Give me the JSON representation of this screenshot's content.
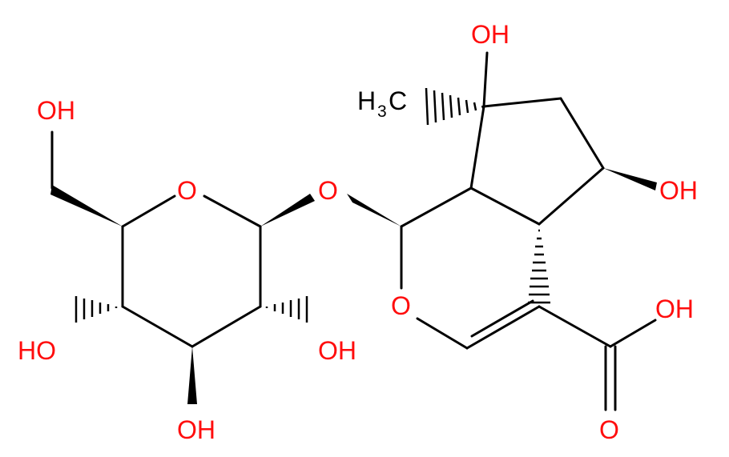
{
  "molecule": {
    "labels": {
      "oh_top": "OH",
      "h3c": "H",
      "h3c_sub": "3",
      "h3c_c": "C",
      "oh_right": "OH",
      "oh_acid": "OH",
      "o_carbonyl": "O",
      "o_ring_left": "O",
      "o_bridge": "O",
      "o_ring_right": "O",
      "oh_ch2": "OH",
      "oh_c4": "HO",
      "oh_c2": "OH",
      "oh_c3": "OH"
    },
    "colors": {
      "oxygen": "#ff0d0d",
      "carbon": "#000000"
    }
  }
}
